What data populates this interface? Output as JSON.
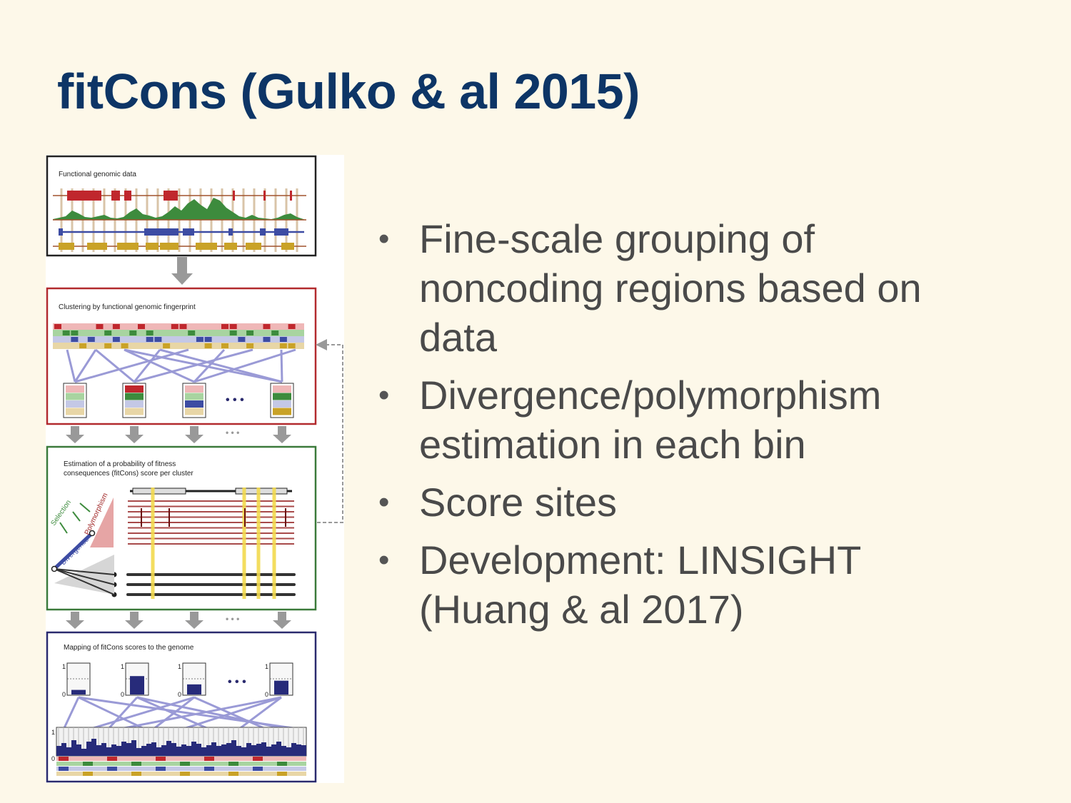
{
  "slide": {
    "title": "fitCons (Gulko & al 2015)"
  },
  "figure": {
    "panel1_label": "Functional genomic data",
    "panel2_label": "Clustering by functional genomic fingerprint",
    "panel3_label_line1": "Estimation of a probability of fitness",
    "panel3_label_line2": "consequences (fitCons) score per cluster",
    "panel3_selection": "Selection",
    "panel3_polymorphism": "Polymorphism",
    "panel3_divergence": "Divergence",
    "panel4_label": "Mapping of fitCons scores to the genome",
    "axis_one": "1",
    "axis_zero": "0",
    "ellipsis": "• • •",
    "colors": {
      "panel1_border": "#222222",
      "panel2_border": "#b22a2e",
      "panel3_border": "#3b7a3a",
      "panel4_border": "#2a2a6e",
      "red_feature": "#c0272d",
      "green_signal": "#3d8b3d",
      "blue_feature": "#3d4ca3",
      "gold_feature": "#c9a227",
      "navy_bar": "#272b7a",
      "lavender_line": "#9a9ad6",
      "yellow_highlight": "#f2d94e"
    },
    "bar_levels": [
      0.15,
      0.6,
      0.33,
      0.45
    ]
  },
  "bullets": [
    {
      "text": "Fine-scale grouping of\nnoncoding regions based on\ndata"
    },
    {
      "text": "Divergence/polymorphism\nestimation in each bin"
    },
    {
      "text": "Score sites"
    },
    {
      "text": "Development: LINSIGHT\n(Huang & al 2017)"
    }
  ]
}
